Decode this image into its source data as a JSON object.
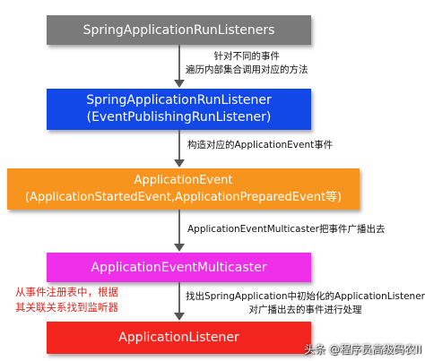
{
  "colors": {
    "box1": "#7a7a7a",
    "box2": "#1248e8",
    "box3": "#f7941d",
    "box4": "#ee2ee8",
    "box5": "#f3251e",
    "red_note": "#e2231a",
    "arrow": "#666666"
  },
  "nodes": [
    {
      "id": "box1",
      "lines": [
        "SpringApplicationRunListeners"
      ]
    },
    {
      "id": "box2",
      "lines": [
        "SpringApplicationRunListener",
        "(EventPublishingRunListener)"
      ]
    },
    {
      "id": "box3",
      "lines": [
        "ApplicationEvent",
        "(ApplicationStartedEvent,ApplicationPreparedEvent等)"
      ]
    },
    {
      "id": "box4",
      "lines": [
        "ApplicationEventMulticaster"
      ]
    },
    {
      "id": "box5",
      "lines": [
        "ApplicationListener"
      ]
    }
  ],
  "edges": [
    {
      "from": "box1",
      "to": "box2",
      "lines": [
        "针对不同的事件",
        "遍历内部集合调用对应的方法"
      ]
    },
    {
      "from": "box2",
      "to": "box3",
      "lines": [
        "构造对应的ApplicationEvent事件"
      ]
    },
    {
      "from": "box3",
      "to": "box4",
      "lines": [
        "ApplicationEventMulticaster把事件广播出去"
      ]
    },
    {
      "from": "box4",
      "to": "box5",
      "lines": [
        "找出SpringApplication中初始化的ApplicationListener",
        "对广播出去的事件进行处理"
      ]
    }
  ],
  "side_note": [
    "从事件注册表中，根据",
    "其关联关系找到监听器"
  ],
  "watermark": "头条 @程序员高级码农II"
}
